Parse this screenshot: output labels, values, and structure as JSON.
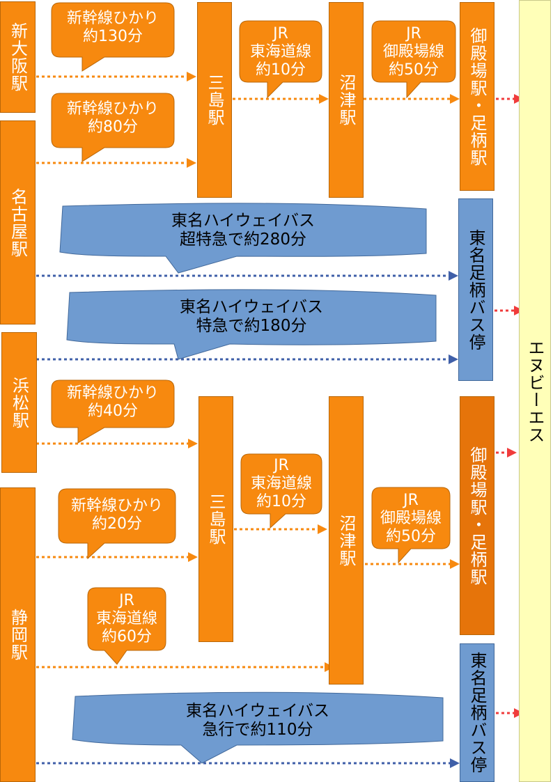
{
  "origins": {
    "shin_osaka": "新大阪駅",
    "nagoya": "名古屋駅",
    "hamamatsu": "浜松駅",
    "shizuoka": "静岡駅"
  },
  "transfer": {
    "mishima": "三島駅",
    "numazu": "沼津駅",
    "gotemba_ashigara": "御殿場駅・足柄駅",
    "bus_stop": "東名足柄バス停"
  },
  "destination": "エヌビーエス",
  "callouts": {
    "osaka_shinkansen": "新幹線ひかり\n約130分",
    "nagoya_shinkansen": "新幹線ひかり\n約80分",
    "top_jr_tokaido": "JR\n東海道線\n約10分",
    "top_jr_gotemba": "JR\n御殿場線\n約50分",
    "nagoya_bus": "東名ハイウェイバス\n超特急で約280分",
    "nagoya_bus2": "東名ハイウェイバス\n特急で約180分",
    "hamamatsu_shinkansen": "新幹線ひかり\n約40分",
    "bottom_jr_tokaido": "JR\n東海道線\n約10分",
    "bottom_jr_gotemba": "JR\n御殿場線\n約50分",
    "shizuoka_shinkansen": "新幹線ひかり\n約20分",
    "shizuoka_jr": "JR\n東海道線\n約60分",
    "shizuoka_bus": "東名ハイウェイバス\n急行で約110分"
  },
  "colors": {
    "train": "#f7890f",
    "train_dark": "#e6740a",
    "bus": "#6f9bd0",
    "destination": "#ffffb8",
    "train_arrow": "#f7890f",
    "bus_arrow": "#3f5fa8",
    "final_arrow": "#f03c3c"
  }
}
